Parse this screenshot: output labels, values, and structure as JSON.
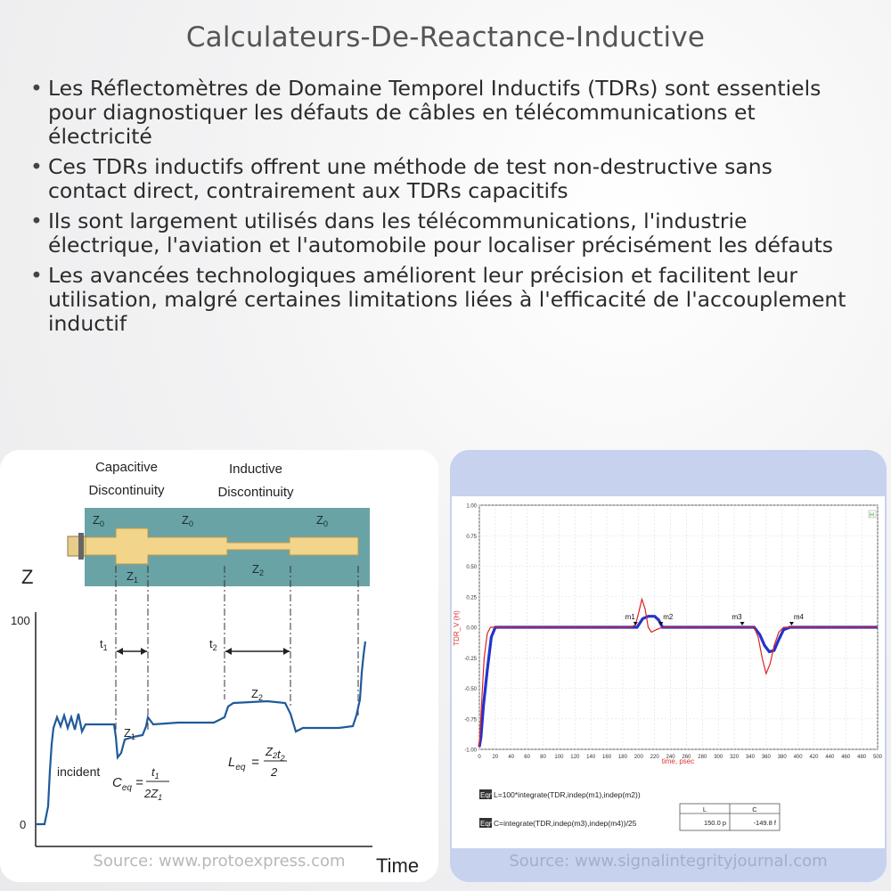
{
  "title": "Calculateurs-De-Reactance-Inductive",
  "bullets": [
    "Les Réflectomètres de Domaine Temporel Inductifs (TDRs) sont essentiels pour diagnostiquer les défauts de câbles en télécommunications et électricité",
    "Ces TDRs inductifs offrent une méthode de test non-destructive sans contact direct, contrairement aux TDRs capacitifs",
    "Ils sont largement utilisés dans les télécommunications, l'industrie électrique, l'aviation et l'automobile pour localiser précisément les défauts",
    "Les avancées technologiques améliorent leur précision et facilitent leur utilisation, malgré certaines limitations liées à l'efficacité de l'accouplement inductif"
  ],
  "left_image": {
    "label_capacitive": "Capacitive",
    "label_capacitive2": "Discontinuity",
    "label_inductive": "Inductive",
    "label_inductive2": "Discontinuity",
    "z0": "Z",
    "z_axis": "Z",
    "z_100": "100",
    "z_0": "0",
    "t1": "t",
    "t2": "t",
    "z1": "Z",
    "z2": "Z",
    "incident": "incident",
    "ceq": "C",
    "leq": "L",
    "time": "Time",
    "source": "Source: www.protoexpress.com"
  },
  "right_image": {
    "ylabel": "TDR_V (H)",
    "xlabel": "time, psec",
    "markers": [
      "m1",
      "m2",
      "m3",
      "m4"
    ],
    "eqn1": "L=100*integrate(TDR,indep(m1),indep(m2))",
    "eqn2": "C=integrate(TDR,indep(m3),indep(m4))/25",
    "eqn_tag": "Eqn",
    "table_headers": [
      "L",
      "C"
    ],
    "table_values": [
      "150.0 p",
      "-149.8 f"
    ],
    "source": "Source: www.signalintegrityjournal.com"
  },
  "chart_data": {
    "type": "line",
    "xlabel": "time, psec",
    "ylabel": "TDR_V (H)",
    "xlim": [
      0,
      500
    ],
    "ylim": [
      -1.0,
      1.0
    ],
    "xticks": [
      0,
      20,
      40,
      60,
      80,
      100,
      120,
      140,
      160,
      180,
      200,
      220,
      240,
      260,
      280,
      300,
      320,
      340,
      360,
      380,
      400,
      420,
      440,
      460,
      480,
      500
    ],
    "yticks": [
      1.0,
      0.75,
      0.5,
      0.25,
      0.0,
      -0.25,
      -0.5,
      -0.75,
      -1.0
    ],
    "series": [
      {
        "color": "#2233cc",
        "x": [
          0,
          2,
          5,
          10,
          15,
          20,
          30,
          100,
          190,
          198,
          205,
          212,
          220,
          225,
          230,
          240,
          300,
          345,
          352,
          358,
          364,
          370,
          376,
          382,
          390,
          500
        ],
        "y": [
          -0.98,
          -0.9,
          -0.65,
          -0.35,
          -0.08,
          0.0,
          0.0,
          0.0,
          0.0,
          0.0,
          0.07,
          0.09,
          0.09,
          0.06,
          0.0,
          0.0,
          0.0,
          0.0,
          -0.06,
          -0.15,
          -0.2,
          -0.19,
          -0.1,
          -0.02,
          0.0,
          0.0
        ]
      },
      {
        "color": "#dd2222",
        "x": [
          0,
          3,
          6,
          10,
          14,
          20,
          30,
          100,
          190,
          196,
          200,
          204,
          208,
          212,
          216,
          222,
          230,
          300,
          345,
          350,
          355,
          360,
          365,
          370,
          376,
          382,
          390,
          500
        ],
        "y": [
          -0.98,
          -0.6,
          -0.25,
          -0.05,
          0.0,
          0.0,
          0.0,
          0.0,
          0.0,
          0.02,
          0.12,
          0.23,
          0.15,
          0.0,
          -0.04,
          -0.02,
          0.0,
          0.0,
          0.0,
          -0.08,
          -0.25,
          -0.38,
          -0.3,
          -0.15,
          -0.04,
          0.0,
          0.0,
          0.0
        ]
      }
    ]
  }
}
